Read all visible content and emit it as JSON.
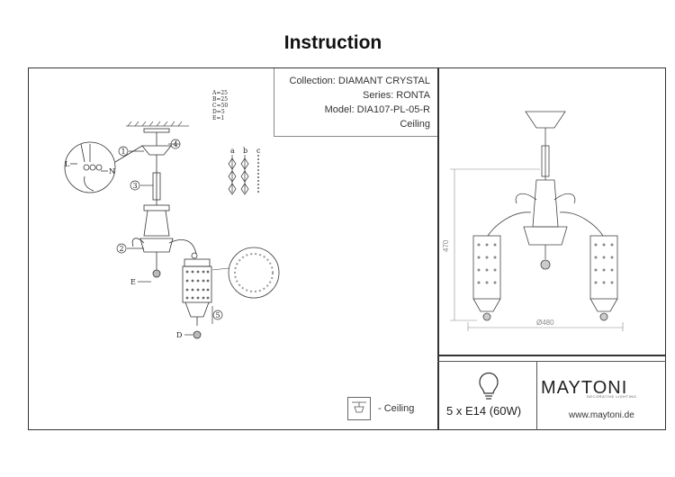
{
  "header": {
    "title": "Instruction"
  },
  "info": {
    "collection": "Collection: DIAMANT CRYSTAL",
    "series": "Series: RONTA",
    "model": "Model: DIA107-PL-05-R",
    "mounting": "Ceiling"
  },
  "parts_list": {
    "a": "A=25",
    "b": "B=25",
    "c": "C=50",
    "d": "D=5",
    "e": "E=1"
  },
  "crystal_labels": {
    "a": "a",
    "b": "b",
    "c": "c"
  },
  "callouts": {
    "n1": "1",
    "n2": "2",
    "n3": "3",
    "n4": "4",
    "n5": "5",
    "d": "D",
    "e": "E",
    "l": "L",
    "n": "N"
  },
  "dimensions": {
    "height": "470",
    "width": "Ø480"
  },
  "legend": {
    "ceiling_label": "- Ceiling"
  },
  "bulb": {
    "spec": "5 x E14 (60W)",
    "icon": "bulb-icon"
  },
  "brand": {
    "name": "MAYTONI",
    "tagline": "DECORATIVE LIGHTING",
    "website": "www.maytoni.de"
  }
}
